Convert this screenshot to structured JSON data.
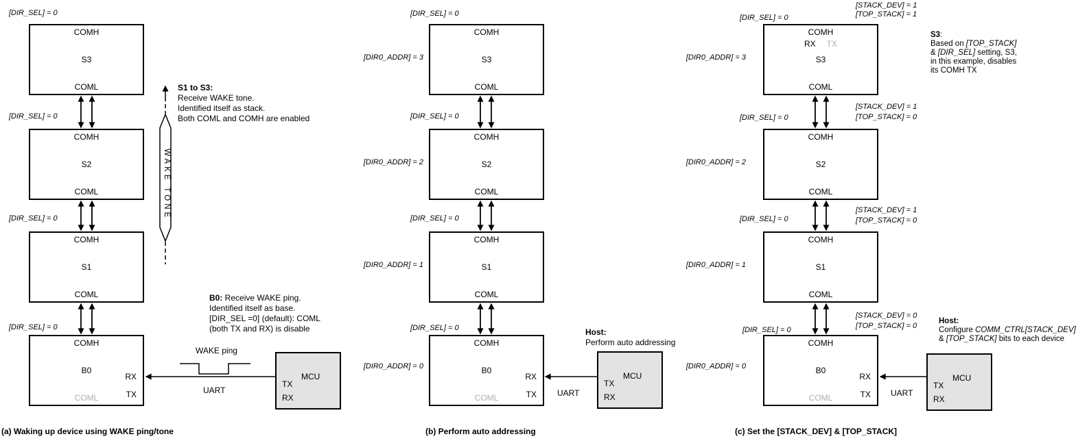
{
  "shared": {
    "dir_sel_label": "[DIR_SEL] = 0",
    "comh": "COMH",
    "coml": "COML",
    "rx": "RX",
    "tx": "TX",
    "mcu": "MCU",
    "uart": "UART"
  },
  "colors": {
    "line": "#000000",
    "disabled_text": "#b0b0b0",
    "mcu_fill": "#e3e3e3"
  },
  "panel_a": {
    "caption": "(a) Waking up device using WAKE ping/tone",
    "devices": [
      "S3",
      "S2",
      "S1",
      "B0"
    ],
    "wake_tone": "WAKE TONE",
    "wake_ping": "WAKE ping",
    "stack_note": {
      "title": "S1 to S3:",
      "line1": "Receive WAKE tone.",
      "line2": "Identified itself as stack.",
      "line3": "Both COML and COMH are enabled"
    },
    "base_note": {
      "title": "B0:",
      "title_rest": " Receive WAKE ping.",
      "line2": "Identified itself as base.",
      "line3": "[DIR_SEL =0] (default): COML",
      "line4": "(both TX and RX) is disable"
    }
  },
  "panel_b": {
    "caption": "(b) Perform auto addressing",
    "devices": [
      "S3",
      "S2",
      "S1",
      "B0"
    ],
    "dir0_addr": [
      "[DIR0_ADDR] = 3",
      "[DIR0_ADDR] = 2",
      "[DIR0_ADDR] = 1",
      "[DIR0_ADDR] = 0"
    ],
    "host_note": {
      "title": "Host:",
      "line1": "Perform auto addressing"
    }
  },
  "panel_c": {
    "caption": "(c) Set the [STACK_DEV] & [TOP_STACK]",
    "devices": [
      "S3",
      "S2",
      "S1",
      "B0"
    ],
    "dir0_addr": [
      "[DIR0_ADDR] = 3",
      "[DIR0_ADDR] = 2",
      "[DIR0_ADDR] = 1",
      "[DIR0_ADDR] = 0"
    ],
    "stack_top": {
      "line1": "[STACK_DEV] = 1",
      "line2": "[TOP_STACK] = 1"
    },
    "stack_gaps": [
      {
        "line1": "[STACK_DEV] = 1",
        "line2": "[TOP_STACK] = 0"
      },
      {
        "line1": "[STACK_DEV] = 1",
        "line2": "[TOP_STACK] = 0"
      },
      {
        "line1": "[STACK_DEV] = 0",
        "line2": "[TOP_STACK] = 0"
      }
    ],
    "s3_note": {
      "title": "S3",
      "title_post": ":",
      "line1_pre": "Based on ",
      "line1_it": "[TOP_STACK]",
      "line2_pre": "& ",
      "line2_it": "[DIR_SEL]",
      "line2_post": " setting, S3,",
      "line3": "in this example, disables",
      "line4": "its COMH TX"
    },
    "host_note": {
      "title": "Host:",
      "line1_pre": "Configure ",
      "line1_it": "COMM_CTRL[STACK_DEV]",
      "line2_pre": "& ",
      "line2_it": "[TOP_STACK]",
      "line2_post": " bits to each device"
    }
  }
}
